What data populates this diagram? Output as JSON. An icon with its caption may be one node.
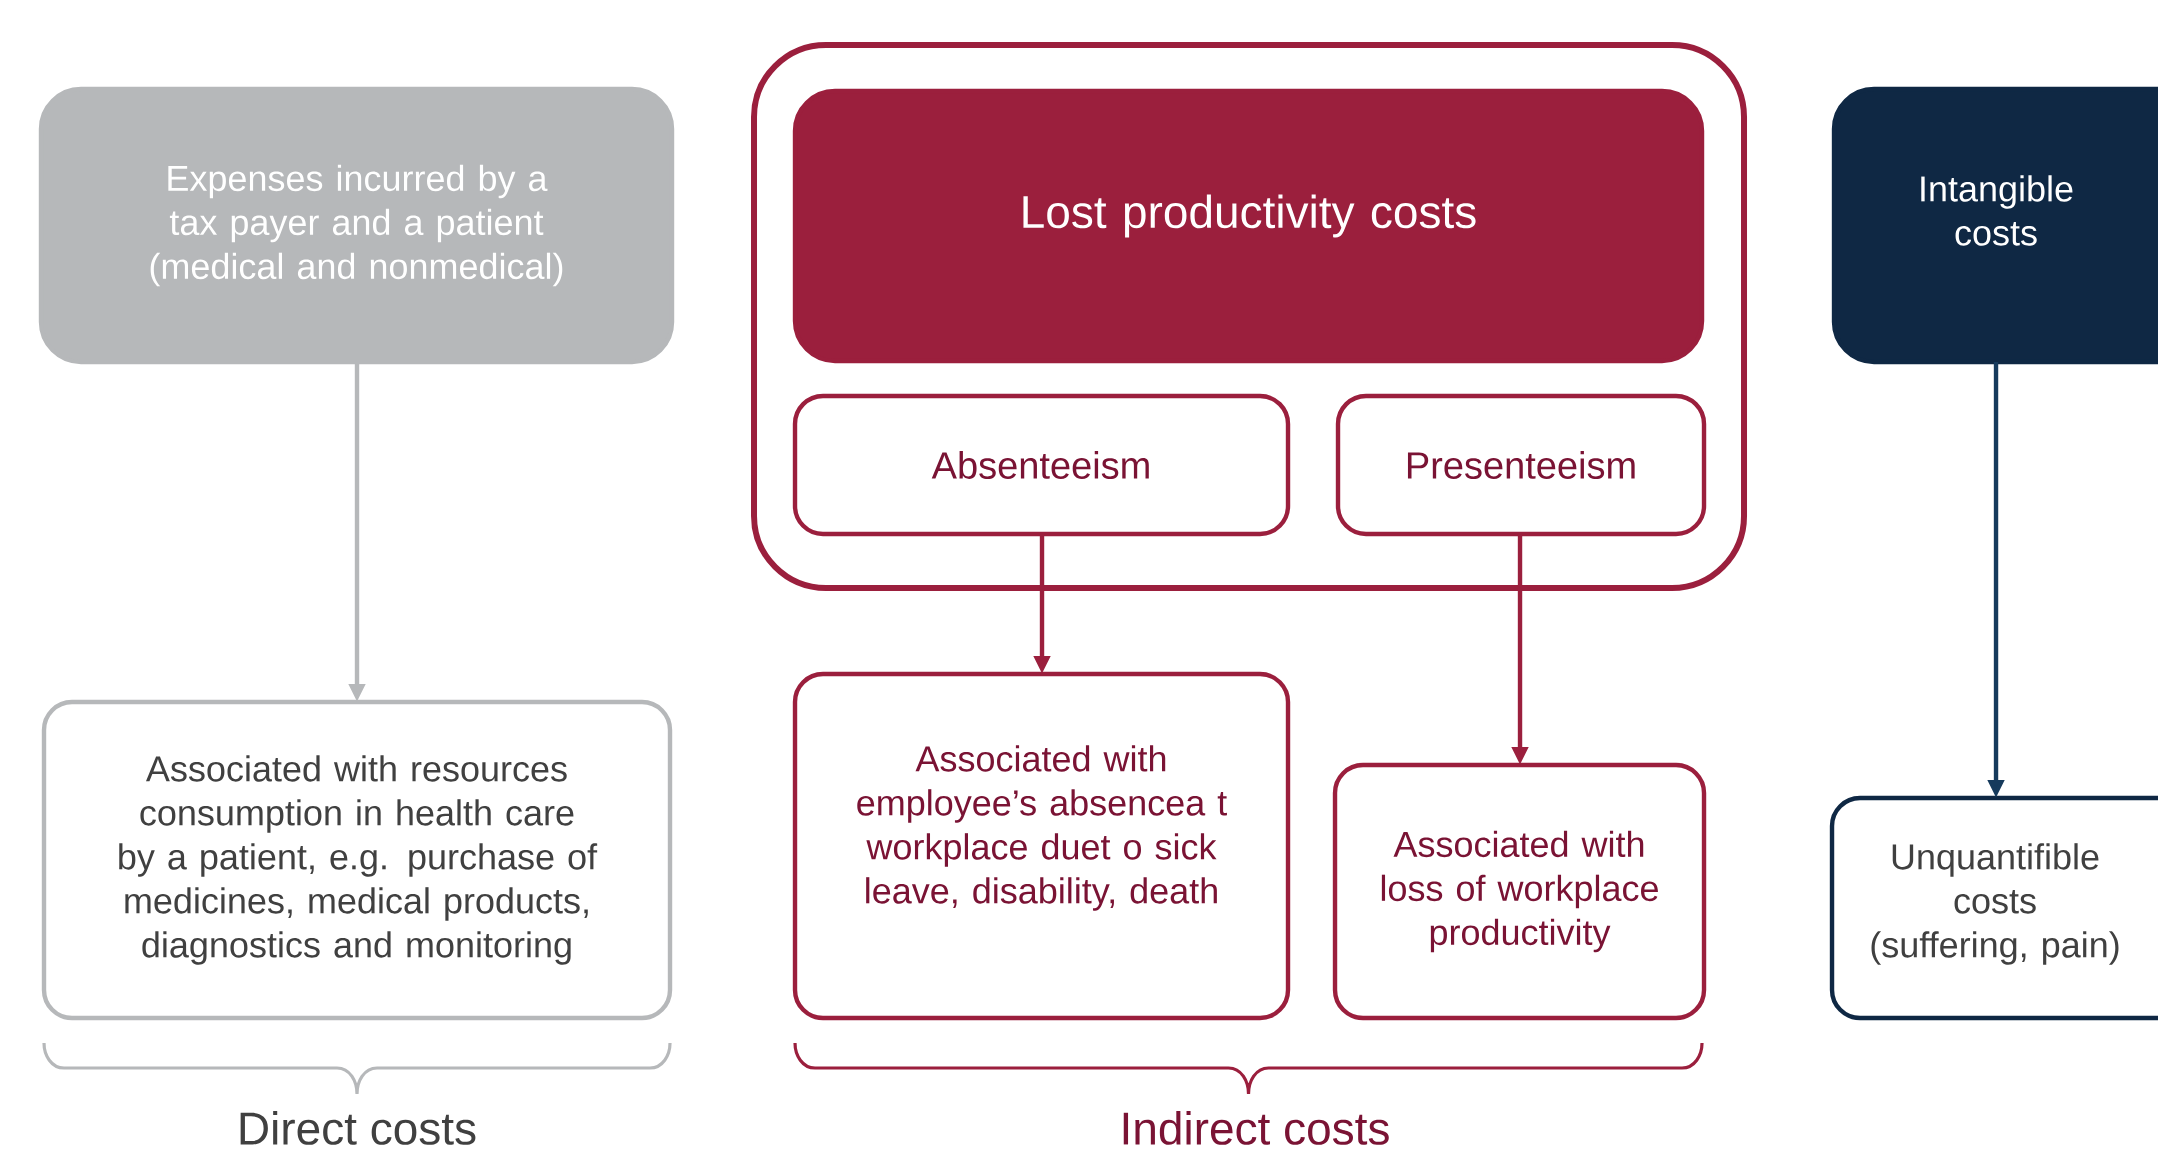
{
  "diagram": {
    "nodes": [
      {
        "text": [
          "Expenses incurred by a tax payer and a patient (medical and nonmedical)"
        ]
      },
      {
        "text": [
          "Associated with resources consumption in health care by a patient, e.g. purchase of medicines, medical products, diagnostics and monitoring"
        ]
      },
      {
        "text": [],
        "shape": "box"
      },
      {
        "text": [
          "Lost productivity costs"
        ],
        "in": 2
      },
      {
        "text": [
          "Absenteeism"
        ],
        "in": 2
      },
      {
        "text": [
          "Presenteeism"
        ],
        "in": 2
      },
      {
        "text": [
          "Associated with employee’s absencea t workplace duet o sick leave, disability, death"
        ]
      },
      {
        "text": [
          "Associated with loss of workplace productivity"
        ]
      },
      {
        "text": [
          "Intangible costs"
        ]
      },
      {
        "text": [
          "Unquantifible costs (suffering, pain)"
        ]
      }
    ],
    "edges": [
      {
        "from": 0,
        "to": 1,
        "arrow": "to",
        "color": "#b6b8ba"
      },
      {
        "from": 4,
        "to": 6,
        "arrow": "to",
        "color": "#9b1f3d"
      },
      {
        "from": 5,
        "to": 7,
        "arrow": "to",
        "color": "#9b1f3d"
      },
      {
        "from": 8,
        "to": 9,
        "arrow": "to",
        "color": "#163a5c"
      }
    ],
    "labels": [
      "Direct costs",
      "Indirect costs"
    ]
  }
}
